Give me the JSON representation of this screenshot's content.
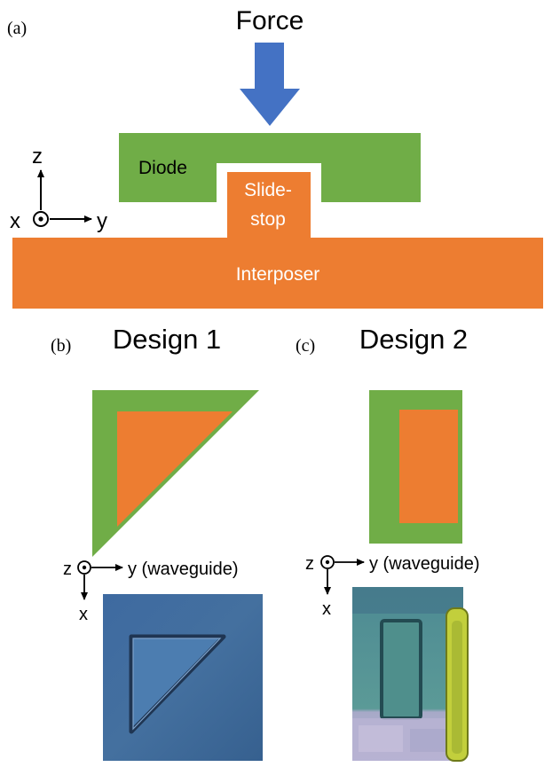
{
  "panel_a": {
    "label": "(a)",
    "force_label": "Force",
    "diode_label": "Diode",
    "slidestop_line1": "Slide-",
    "slidestop_line2": "stop",
    "interposer_label": "Interposer",
    "axis": {
      "z": "z",
      "x": "x",
      "y": "y"
    }
  },
  "panel_b": {
    "label": "(b)",
    "title": "Design 1",
    "axis": {
      "z": "z",
      "y": "y (waveguide)",
      "x": "x"
    }
  },
  "panel_c": {
    "label": "(c)",
    "title": "Design 2",
    "axis": {
      "z": "z",
      "y": "y (waveguide)",
      "x": "x"
    }
  },
  "colors": {
    "diode_green": "#70ad47",
    "interposer_orange": "#ed7d31",
    "force_arrow_blue": "#4472c4"
  }
}
